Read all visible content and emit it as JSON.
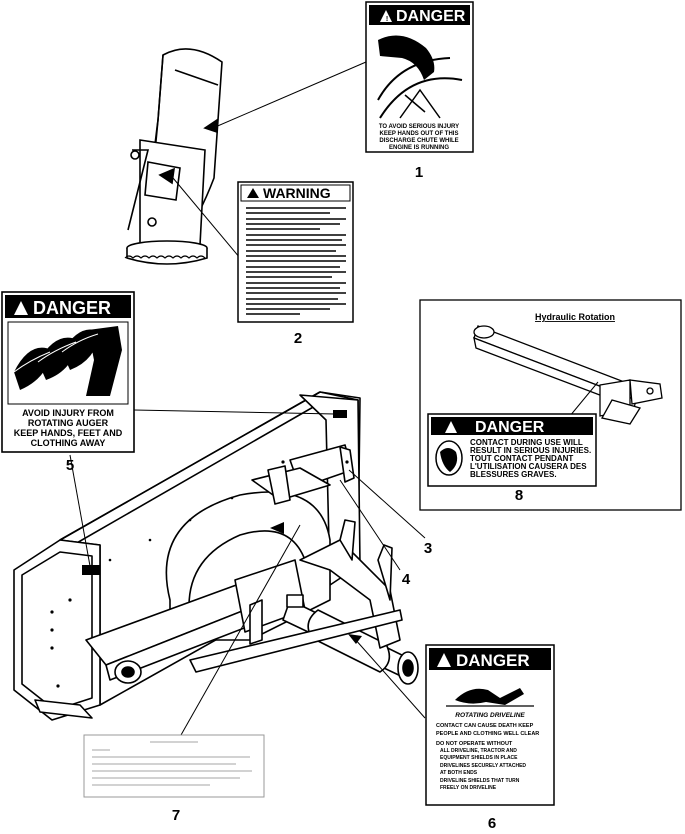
{
  "decal1": {
    "header": "DANGER",
    "lines": [
      "TO AVOID SERIOUS INJURY",
      "KEEP HANDS OUT OF THIS",
      "DISCHARGE CHUTE WHILE",
      "ENGINE IS RUNNING"
    ],
    "callout": "1"
  },
  "decal2": {
    "header": "WARNING",
    "callout": "2"
  },
  "decal5": {
    "header": "DANGER",
    "lines": [
      "AVOID INJURY FROM",
      "ROTATING AUGER",
      "KEEP HANDS, FEET AND",
      "CLOTHING AWAY"
    ],
    "callout": "5"
  },
  "decal8": {
    "title": "Hydraulic Rotation",
    "header": "DANGER",
    "lines": [
      "CONTACT DURING USE WILL",
      "RESULT IN SERIOUS INJURIES.",
      "TOUT CONTACT PENDANT",
      "L'UTILISATION CAUSERA DES",
      "BLESSURES GRAVES."
    ],
    "callout": "8"
  },
  "decal6": {
    "header": "DANGER",
    "subhead": "ROTATING DRIVELINE",
    "lines": [
      "CONTACT CAN CAUSE DEATH KEEP",
      "PEOPLE AND CLOTHING WELL CLEAR",
      "DO NOT OPERATE WITHOUT",
      "ALL DRIVELINE, TRACTOR AND",
      "EQUIPMENT SHIELDS IN PLACE",
      "DRIVELINES SECURELY ATTACHED",
      "AT BOTH ENDS",
      "DRIVELINE SHIELDS THAT TURN",
      "FREELY ON DRIVELINE"
    ],
    "callout": "6"
  },
  "decal7": {
    "callout": "7"
  },
  "callouts": {
    "c3": "3",
    "c4": "4"
  }
}
